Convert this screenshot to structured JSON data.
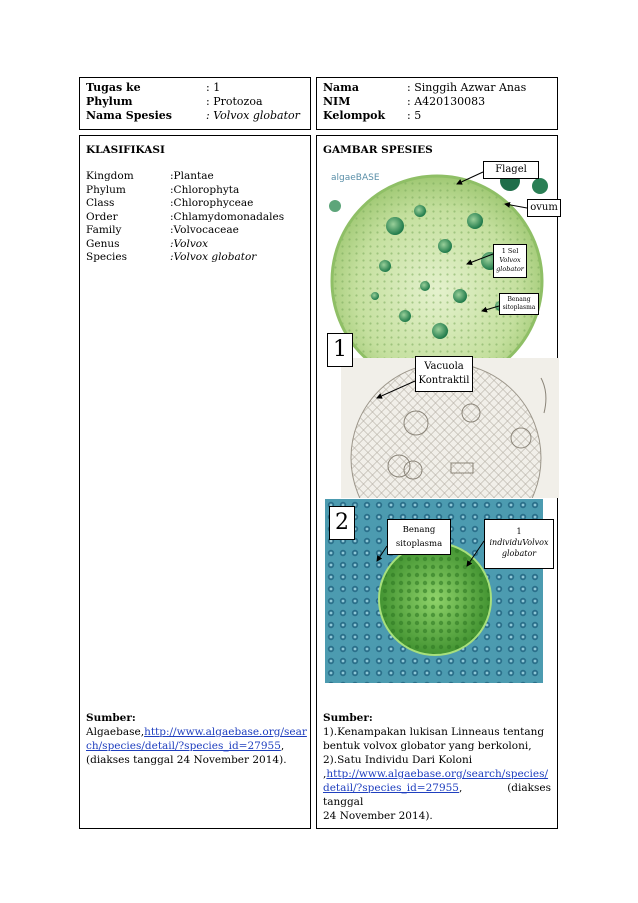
{
  "header_left": {
    "rows": [
      {
        "key": "Tugas ke",
        "value": ": 1",
        "italic": false
      },
      {
        "key": "Phylum",
        "value": ": Protozoa",
        "italic": false
      },
      {
        "key": "Nama Spesies",
        "value": ": Volvox globator",
        "italic": true
      }
    ]
  },
  "header_right": {
    "rows": [
      {
        "key": "Nama",
        "value": ": Singgih Azwar Anas"
      },
      {
        "key": "NIM",
        "value": ": A420130083"
      },
      {
        "key": "Kelompok",
        "value": ": 5"
      }
    ]
  },
  "klasifikasi": {
    "title": "KLASIFIKASI",
    "rows": [
      {
        "key": "Kingdom",
        "value": ":Plantae",
        "italic": false
      },
      {
        "key": "Phylum",
        "value": ":Chlorophyta",
        "italic": false
      },
      {
        "key": "Class",
        "value": ":Chlorophyceae",
        "italic": false
      },
      {
        "key": "Order",
        "value": ":Chlamydomonadales",
        "italic": false
      },
      {
        "key": "Family",
        "value": ":Volvocaceae",
        "italic": false
      },
      {
        "key": "Genus",
        "value": ":Volvox",
        "italic": true
      },
      {
        "key": "Species",
        "value": ":Volvox globator",
        "italic": true
      }
    ],
    "source_title": "Sumber:",
    "source_prefix": "Algaebase,",
    "source_link_line1": "http://www.algaebase.org/sear",
    "source_link_line2": "ch/species/detail/?species_id=27955",
    "source_suffix": ",",
    "source_accessed": "(diakses tanggal 24 November 2014)."
  },
  "gambar": {
    "title": "GAMBAR SPESIES",
    "labels": {
      "flagel": "Flagel",
      "ovum": "ovum",
      "sel_line1": "1 Sel",
      "sel_line2": "Volvox",
      "sel_line3": "globator",
      "benang1_line1": "Benang",
      "benang1_line2": "sitoplasma",
      "vacuola_line1": "Vacuola",
      "vacuola_line2": "Kontraktil",
      "benang2_line1": "Benang",
      "benang2_line2": "sitoplasma",
      "individu_line1": "1",
      "individu_line2": "individuVolvox",
      "individu_line3": "globator"
    },
    "number1": "1",
    "number2": "2",
    "watermark": "algaeBASE",
    "source_title": "Sumber:",
    "source_line1": "1).Kenampakan lukisan Linneaus tentang",
    "source_line2": "bentuk volvox globator yang berkoloni,",
    "source_line3": "2).Satu Individu Dari Koloni",
    "source_link_prefix": ",",
    "source_link_line1": "http://www.algaebase.org/search/species/",
    "source_link_line2": "detail/?species_id=27955",
    "source_after_link": ", (diakses tanggal",
    "source_line_last": "24 November 2014)."
  },
  "colors": {
    "colony_green": "#a9cf7c",
    "colony_light": "#dcedc0",
    "water_blue": "#3f8fa8",
    "link_blue": "#1f3fbf"
  }
}
